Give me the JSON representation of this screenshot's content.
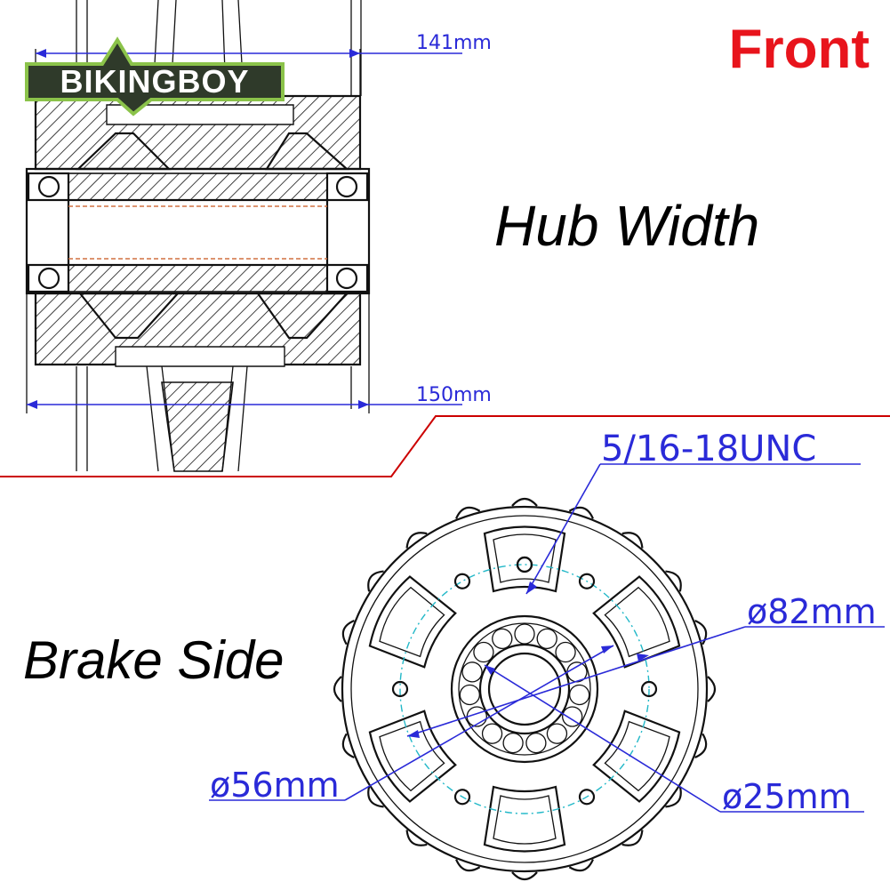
{
  "brand": {
    "logo_text": "BIKINGBOY",
    "logo_color": "#8bc34a"
  },
  "header": {
    "front_label": "Front",
    "front_color": "#e8141c"
  },
  "hub_width": {
    "title": "Hub Width",
    "dim_inner": "141mm",
    "dim_outer": "150mm"
  },
  "brake_side": {
    "title": "Brake Side",
    "thread": "5/16-18UNC",
    "bolt_circle": "ø82mm",
    "inner_diameter": "ø56mm",
    "bearing_bore": "ø25mm"
  },
  "colors": {
    "dimension": "#2a2ad8",
    "centerline": "#22b8c8",
    "divider": "#cc0000"
  }
}
